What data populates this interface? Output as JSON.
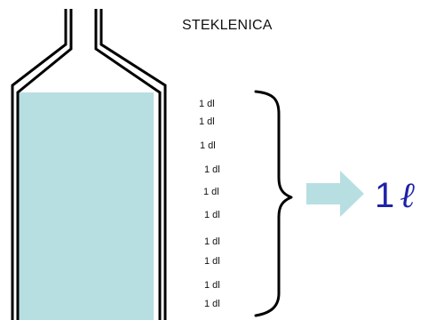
{
  "title": "STEKLENICA",
  "measures": [
    "1 dl",
    "1 dl",
    "1 dl",
    "1 dl",
    "1 dl",
    "1 dl",
    "1 dl",
    "1 dl",
    "1 dl",
    "1 dl"
  ],
  "result": {
    "value": "1",
    "unit": "ℓ"
  },
  "colors": {
    "liquid": "#b7dfe2",
    "arrow": "#b7dfe2",
    "outline": "#000000",
    "result_text": "#1f22a8"
  },
  "icons": {
    "bottle": "bottle-icon",
    "brace": "curly-brace-icon",
    "arrow": "right-arrow-icon"
  }
}
